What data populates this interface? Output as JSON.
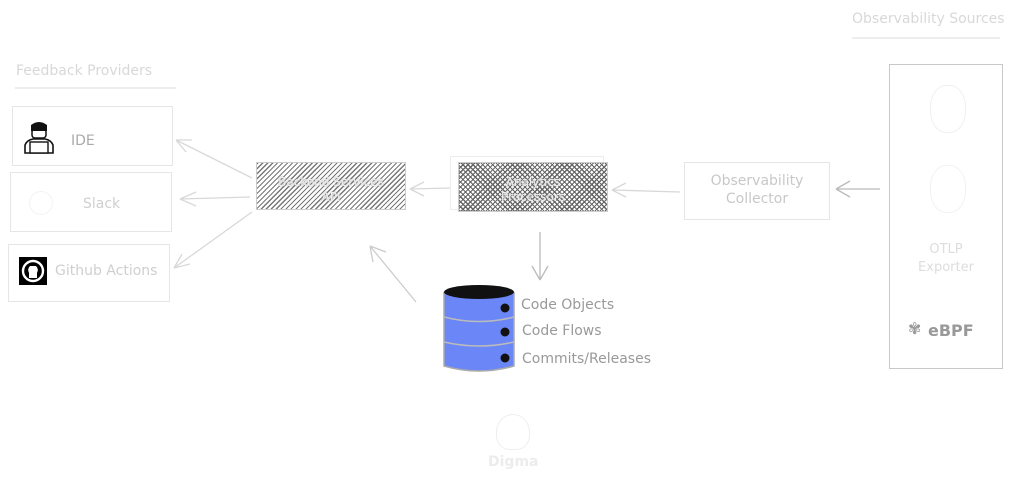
{
  "feedback_providers": {
    "heading": "Feedback Providers",
    "items": [
      {
        "label": "IDE",
        "icon": "developer-icon"
      },
      {
        "label": "Slack",
        "icon": "slack-icon"
      },
      {
        "label": "Github Actions",
        "icon": "github-icon"
      }
    ]
  },
  "api_box": {
    "line1": "Backend Services",
    "line2": "API"
  },
  "analytics_box": {
    "line1": "Analytics",
    "line2": "Processors"
  },
  "collector": {
    "line1": "Observability",
    "line2": "Collector"
  },
  "sources": {
    "heading": "Observability Sources",
    "exporter_line1": "OTLP",
    "exporter_line2": "Exporter",
    "ebpf_logo": "eBPF"
  },
  "database": {
    "color": "#6b86f7",
    "items": [
      "Code Objects",
      "Code Flows",
      "Commits/Releases"
    ]
  },
  "brand": {
    "logo_text": "Digma"
  }
}
